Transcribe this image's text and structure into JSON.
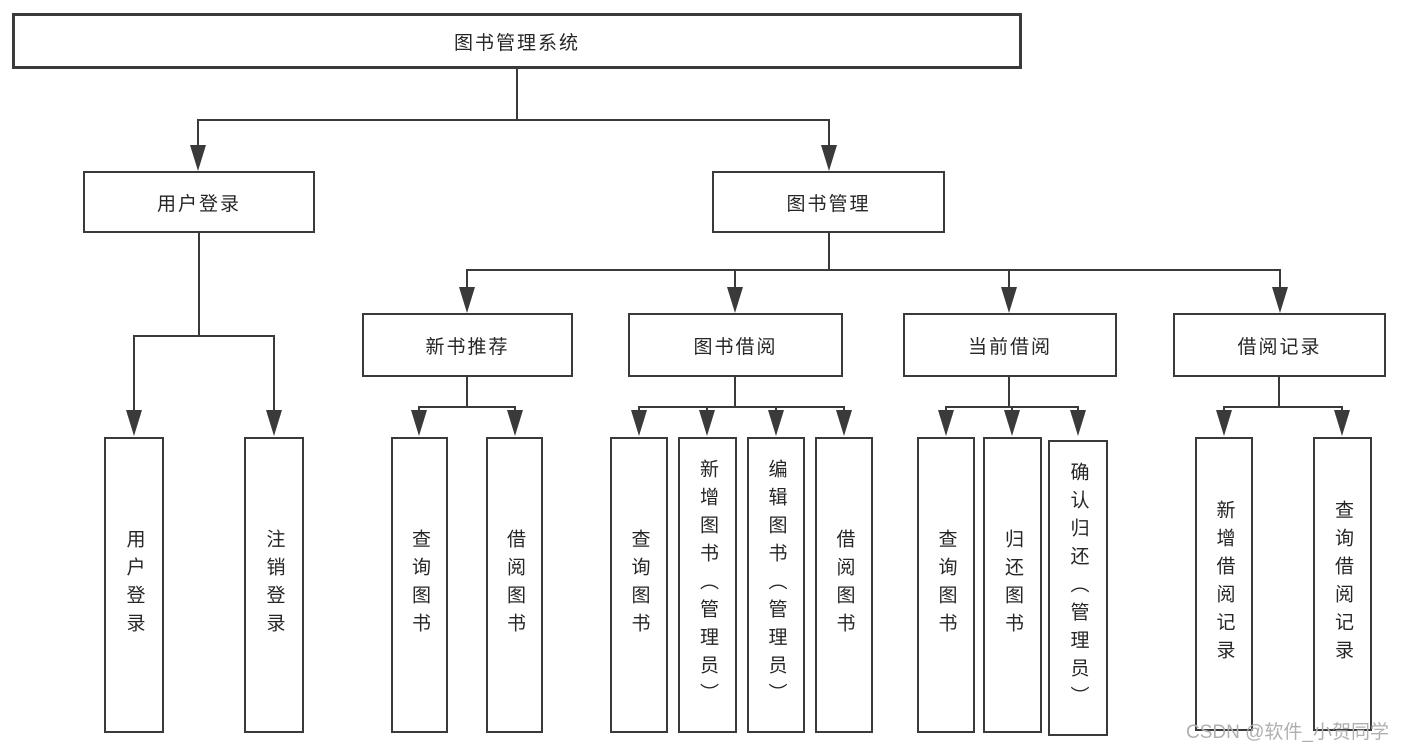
{
  "root": {
    "label": "图书管理系统"
  },
  "level2": {
    "user_login": "用户登录",
    "book_management": "图书管理"
  },
  "level3": {
    "new_books": "新书推荐",
    "book_borrowing": "图书借阅",
    "current_borrowing": "当前借阅",
    "borrowing_records": "借阅记录"
  },
  "leaves": {
    "user_login": [
      "用户登录",
      "注销登录"
    ],
    "new_books": [
      "查询图书",
      "借阅图书"
    ],
    "book_borrowing": [
      "查询图书",
      "新增图书（管理员）",
      "编辑图书（管理员）",
      "借阅图书"
    ],
    "current_borrowing": [
      "查询图书",
      "归还图书",
      "确认归还（管理员）"
    ],
    "borrowing_records": [
      "新增借阅记录",
      "查询借阅记录"
    ]
  },
  "watermark": "CSDN @软件_小贺同学",
  "colors": {
    "line": "#3a3a3a",
    "text": "#262626",
    "watermark": "#b0b0b0",
    "background": "#ffffff"
  }
}
